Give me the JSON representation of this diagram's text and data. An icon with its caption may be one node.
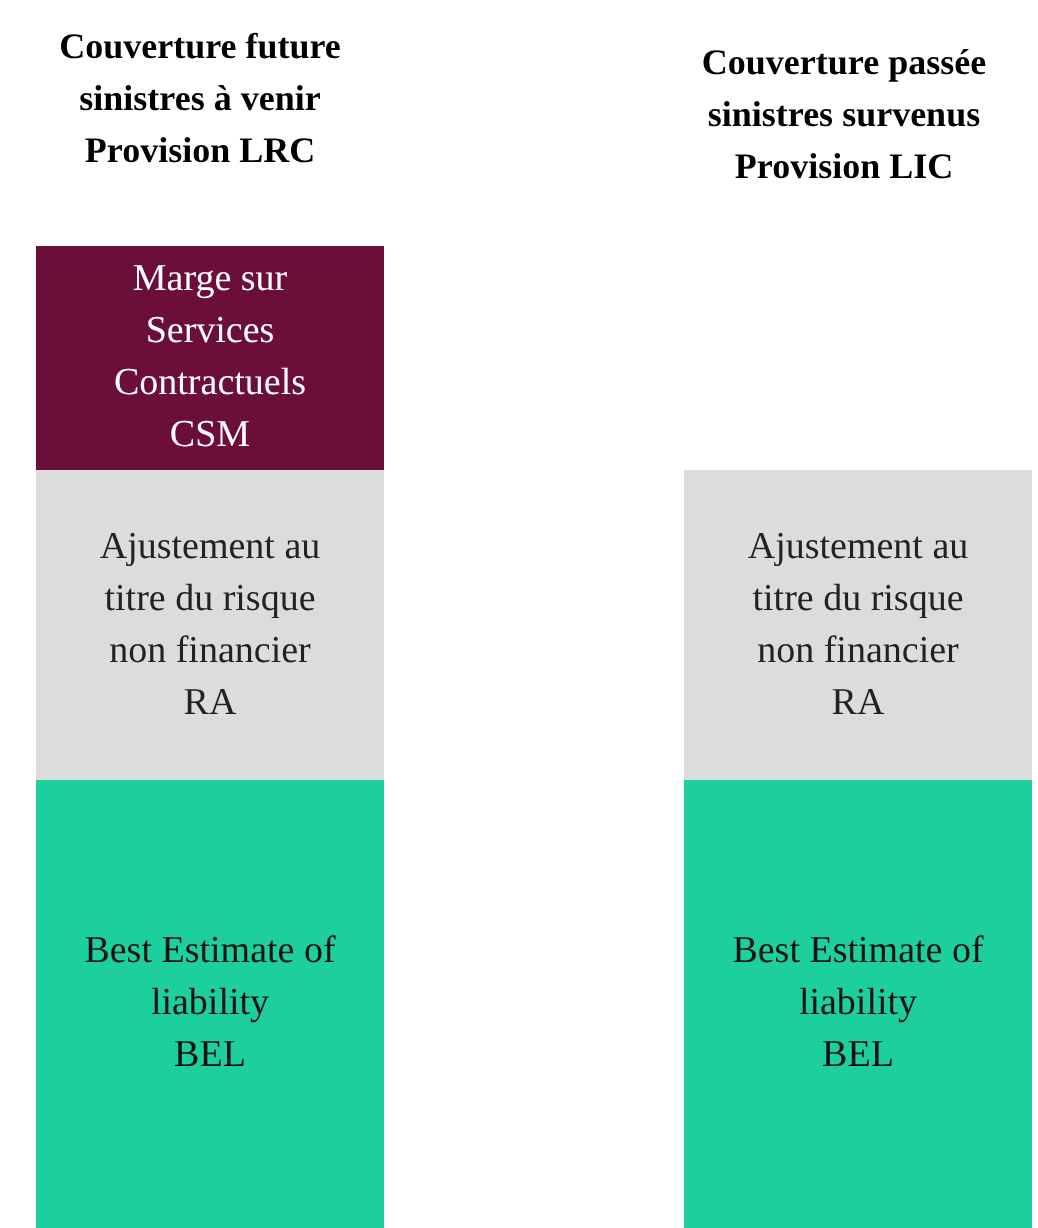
{
  "diagram": {
    "nodes": [
      {
        "text": [
          "Marge sur Services Contractuels",
          "CSM"
        ]
      },
      {
        "text": [
          "Ajustement au titre du risque non financier",
          "RA"
        ]
      },
      {
        "text": [
          "Best Estimate of liability",
          "BEL"
        ]
      },
      {
        "text": [
          "Ajustement au titre du risque non financier",
          "RA"
        ]
      },
      {
        "text": [
          "Best Estimate of liability",
          "BEL"
        ]
      }
    ],
    "labels": [
      "Couverture future sinistres à venir Provision LRC",
      "Couverture passée sinistres survenus Provision LIC"
    ]
  }
}
